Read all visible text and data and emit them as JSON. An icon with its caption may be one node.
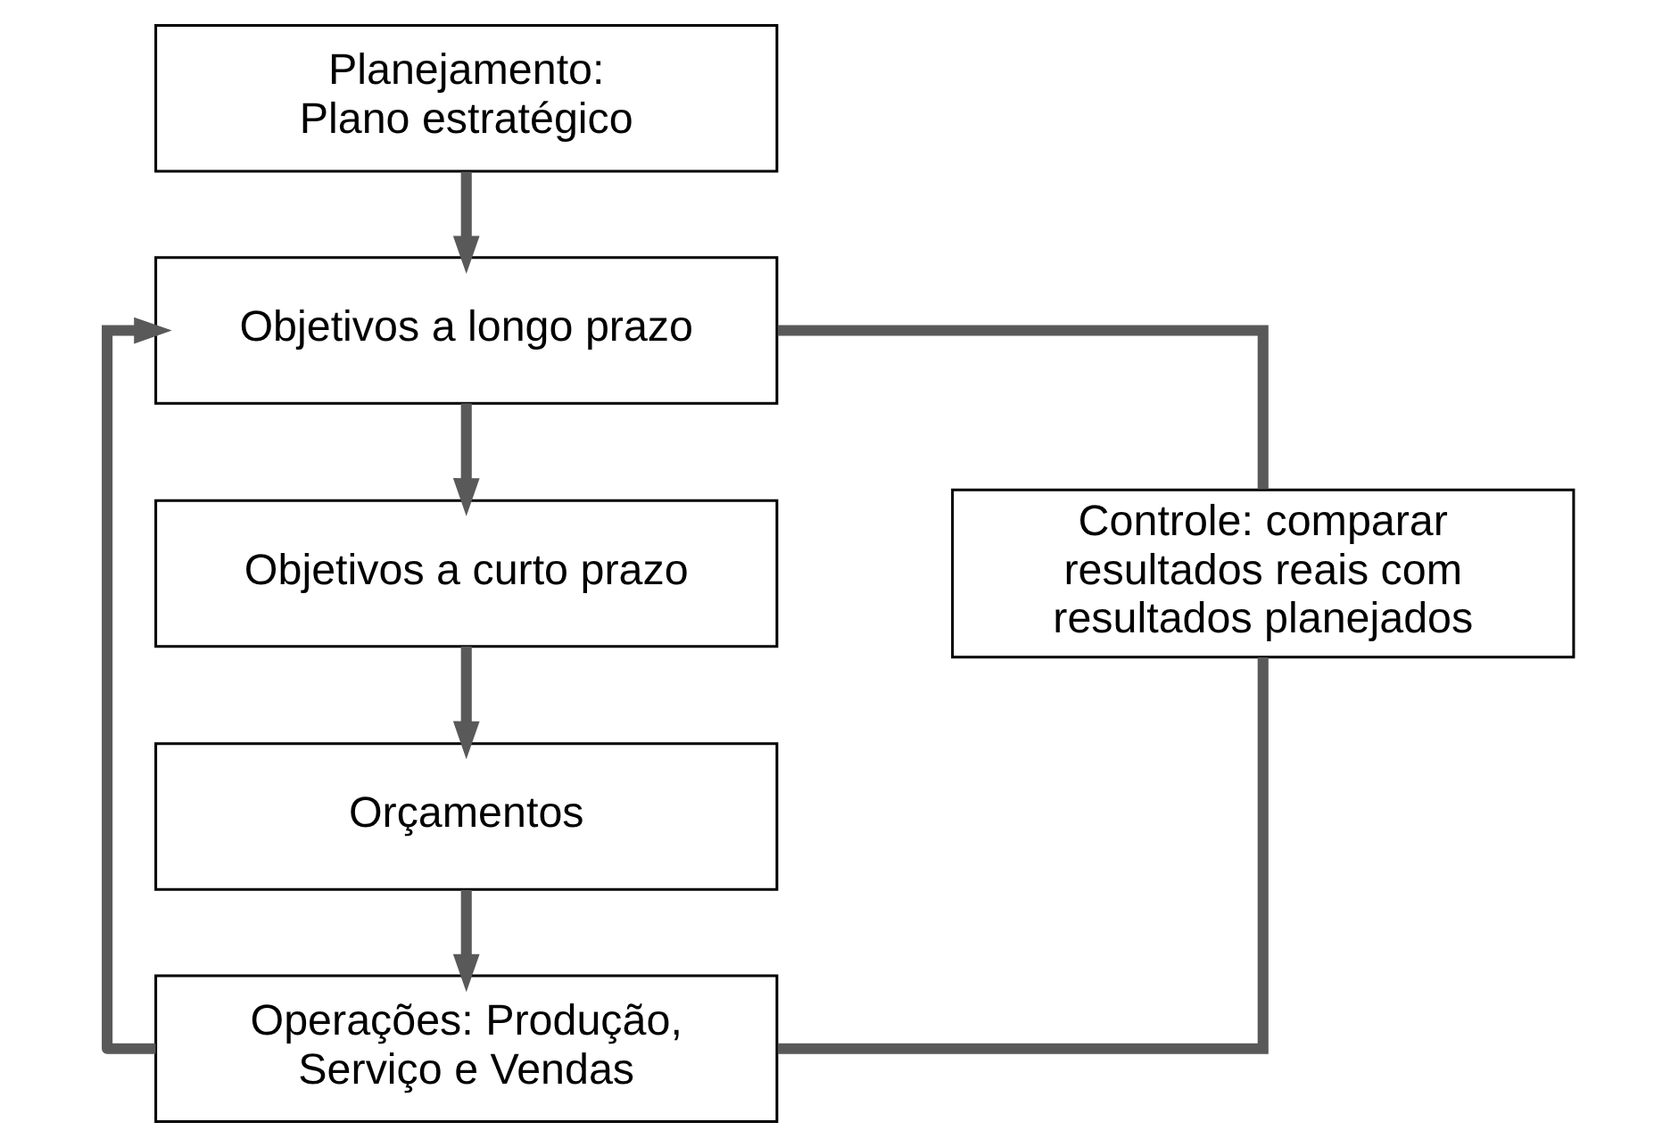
{
  "diagram": {
    "nodes": [
      {
        "text": [
          "Planejamento: Plano estratégico"
        ]
      },
      {
        "text": [
          "Objetivos a longo prazo"
        ]
      },
      {
        "text": [
          "Objetivos a curto prazo"
        ]
      },
      {
        "text": [
          "Orçamentos"
        ]
      },
      {
        "text": [
          "Operações: Produção, Serviço e Vendas"
        ]
      },
      {
        "text": [
          "Controle: comparar resultados reais com resultados planejados"
        ]
      }
    ],
    "edges": [
      {
        "from": 0,
        "to": 1,
        "arrow": "to"
      },
      {
        "from": 1,
        "to": 2,
        "arrow": "to"
      },
      {
        "from": 2,
        "to": 3,
        "arrow": "to"
      },
      {
        "from": 3,
        "to": 4,
        "arrow": "to"
      },
      {
        "from": 4,
        "to": 1,
        "arrow": "to"
      },
      {
        "from": 1,
        "to": 5,
        "arrow": "none"
      },
      {
        "from": 4,
        "to": 5,
        "arrow": "none"
      }
    ]
  }
}
